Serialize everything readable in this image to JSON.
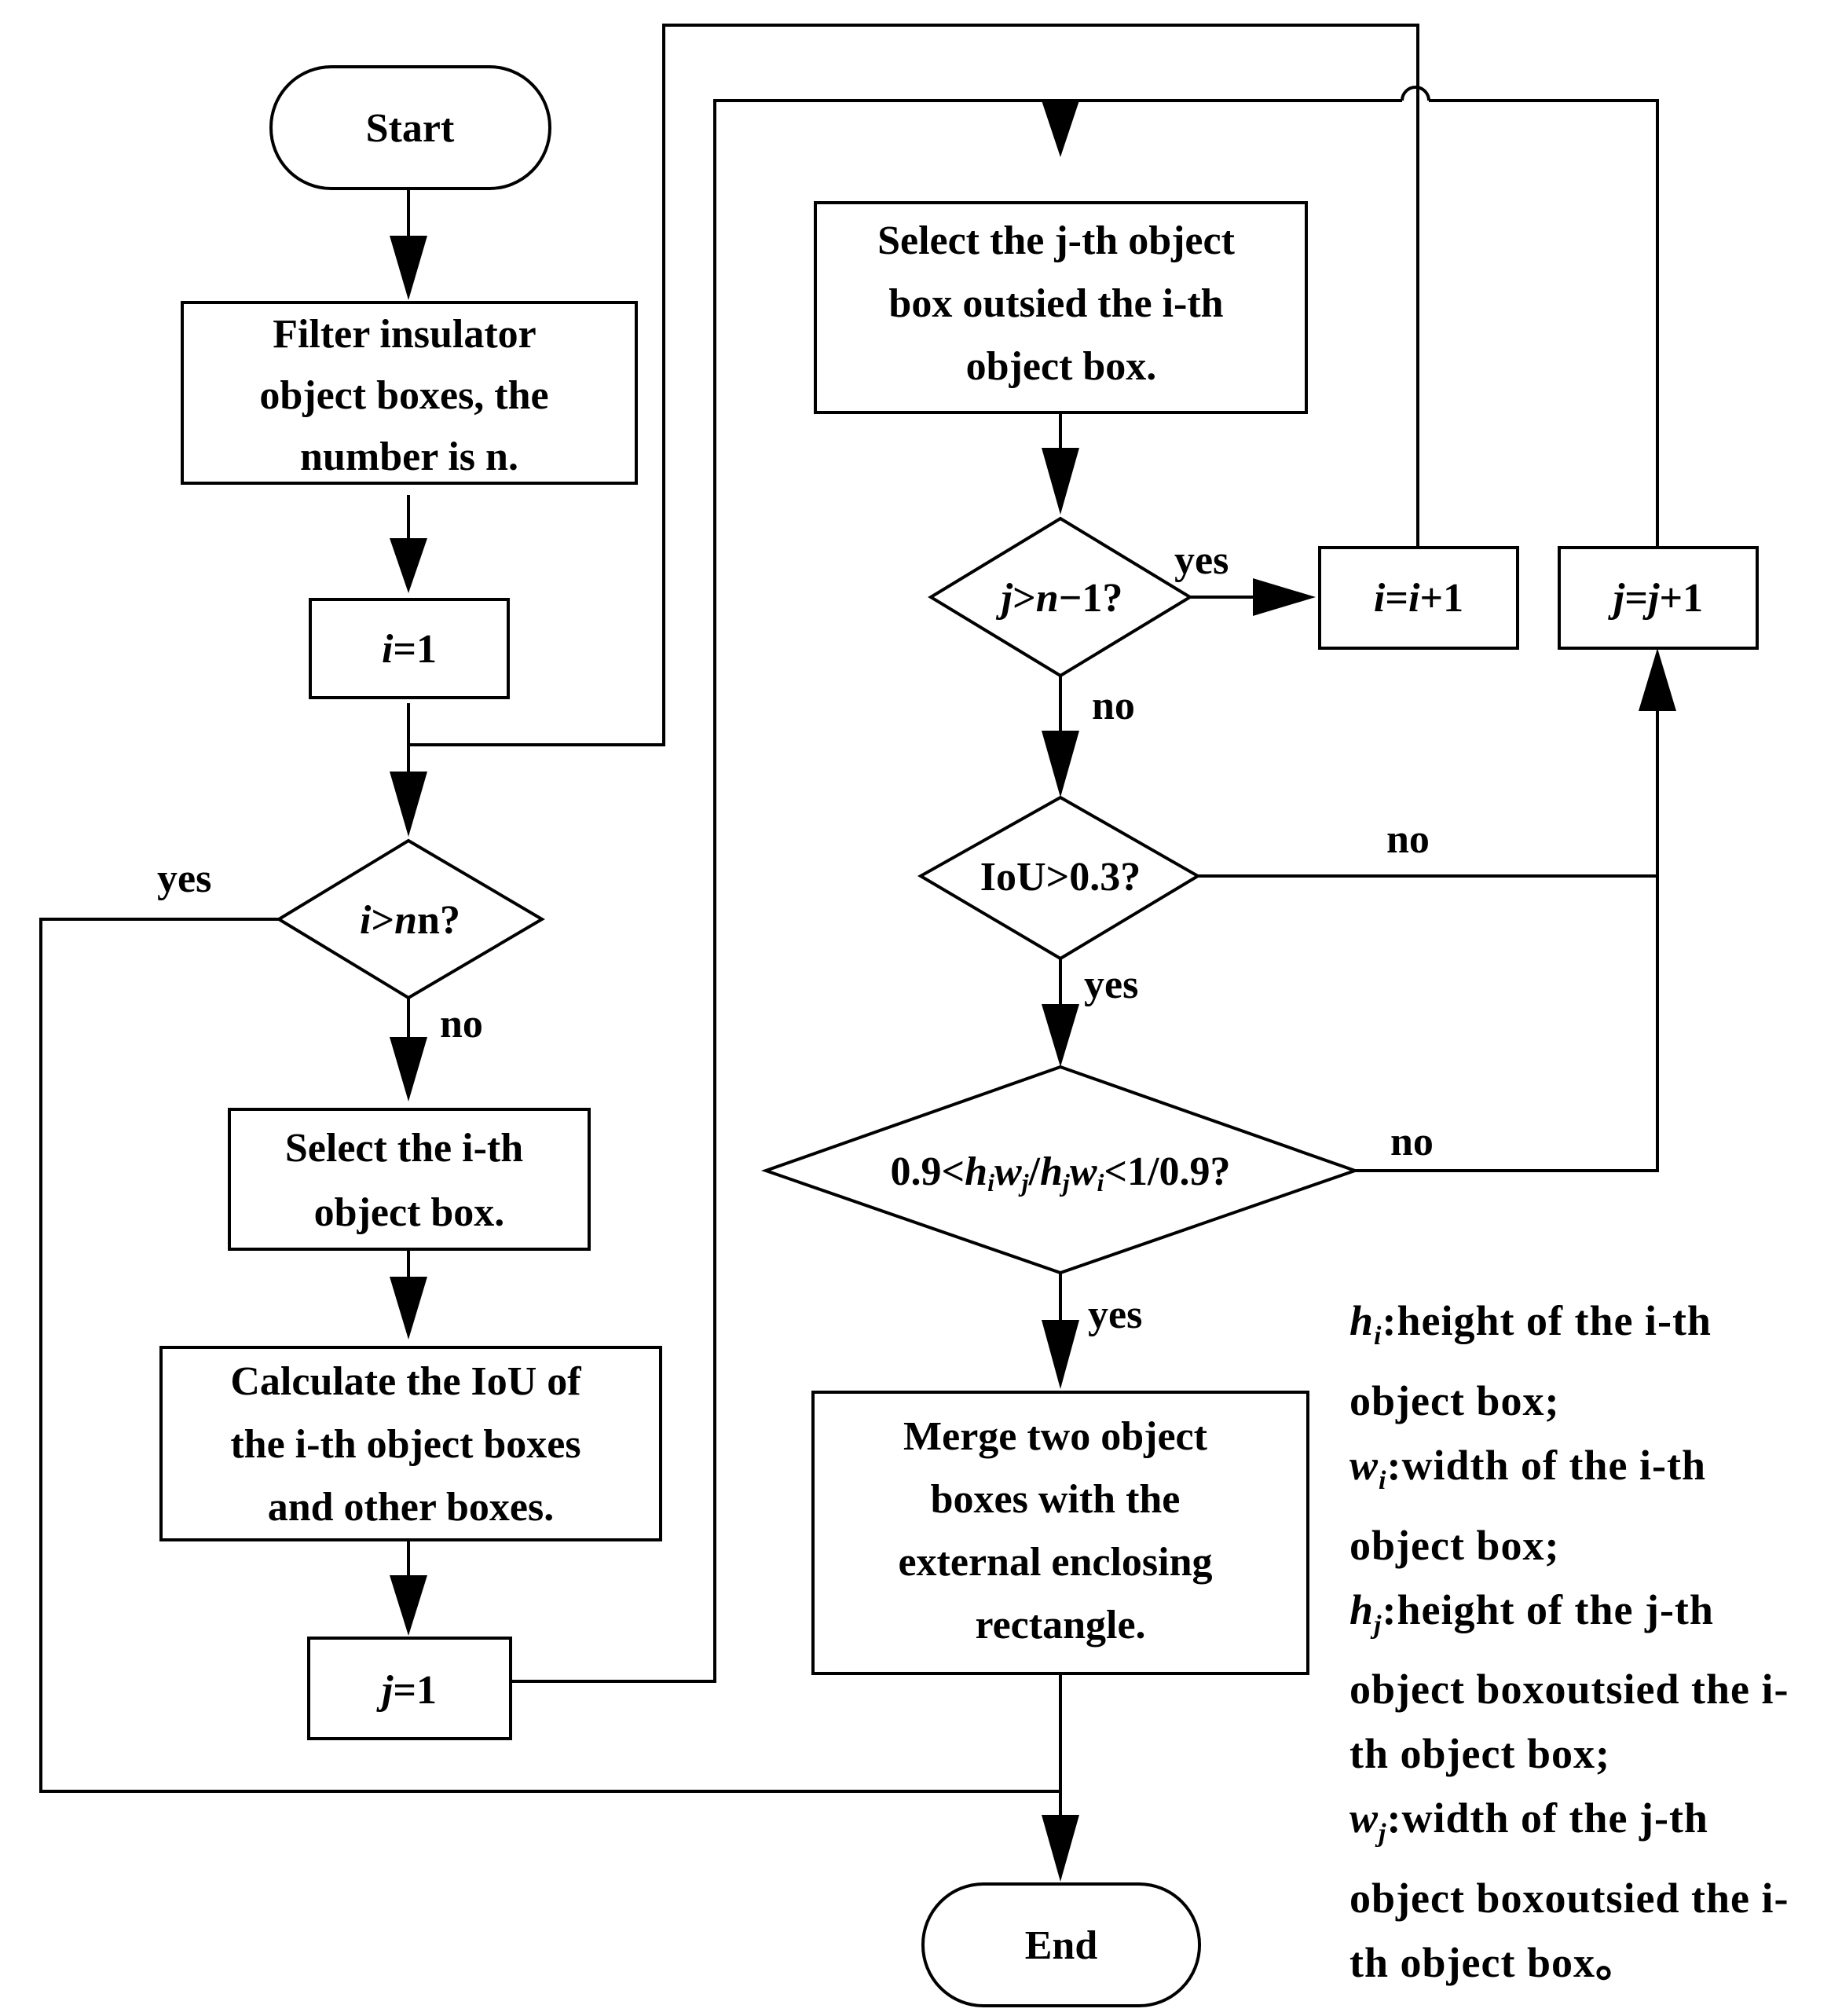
{
  "flowchart": {
    "start": "Start",
    "end": "End",
    "filter": [
      "Filter insulator",
      "object boxes, the",
      "number is n."
    ],
    "i_init": "1",
    "i_cond": "n?",
    "select_i": [
      "Select the i-th",
      "object box."
    ],
    "calc_iou": [
      "Calculate the IoU of",
      "the i-th object boxes",
      "and other boxes."
    ],
    "j_init": "1",
    "select_j": [
      "Select the j-th object",
      "box outsied the i-th",
      "object box."
    ],
    "j_cond_tail": "1?",
    "i_incr": "+1",
    "j_incr": "+1",
    "iou_cond": "IoU>0.3?",
    "ratio_cond_head": "0.9<",
    "ratio_cond_tail": "<1/0.9?",
    "merge": [
      "Merge two object",
      "boxes with the",
      "external enclosing",
      "rectangle."
    ],
    "labels": {
      "yes": "yes",
      "no": "no"
    }
  },
  "legend": [
    {
      "sym": "h",
      "sub": "i",
      "text": ":height of the i-th object box;"
    },
    {
      "sym": "w",
      "sub": "i",
      "text": ":width of the i-th object box;"
    },
    {
      "sym": "h",
      "sub": "j",
      "text": ":height of the j-th object boxoutsied the i-th object box;"
    },
    {
      "sym": "w",
      "sub": "j",
      "text": ":width of the j-th object boxoutsied the i-th object box。"
    }
  ]
}
